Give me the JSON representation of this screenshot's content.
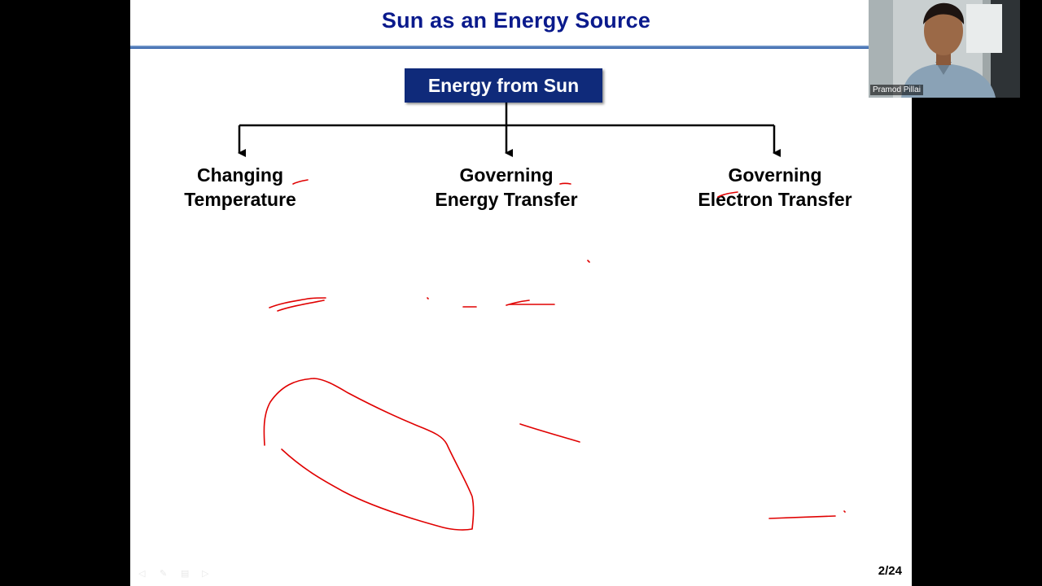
{
  "slide": {
    "title": "Sun as an Energy Source",
    "root": "Energy from Sun",
    "branches": [
      {
        "line1": "Changing",
        "line2": "Temperature"
      },
      {
        "line1": "Governing",
        "line2": "Energy Transfer"
      },
      {
        "line1": "Governing",
        "line2": "Electron Transfer"
      }
    ],
    "page_number": "2/24"
  },
  "webcam": {
    "presenter_name": "Pramod Pillai"
  },
  "colors": {
    "title": "#0a1a8c",
    "root_box": "#0f2a7a",
    "ink": "#e00000",
    "background": "#000000"
  }
}
